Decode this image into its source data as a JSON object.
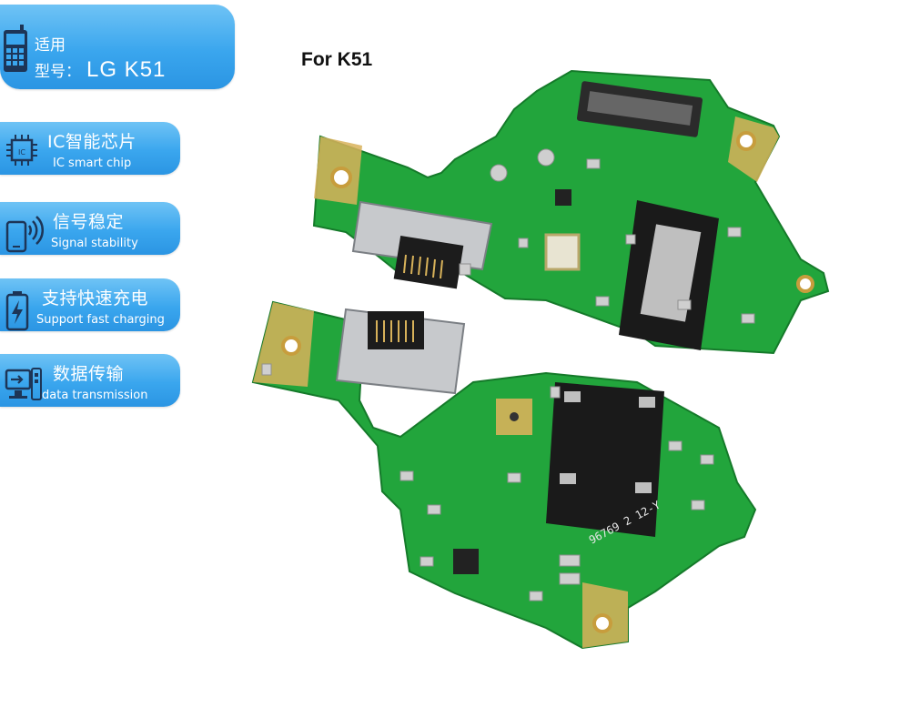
{
  "model": {
    "line1": "适用",
    "line2_label": "型号：",
    "value": "LG K51",
    "icon": "phone-keypad-icon"
  },
  "features": [
    {
      "zh": "IC智能芯片",
      "en": "IC smart chip",
      "icon": "chip-icon"
    },
    {
      "zh": "信号稳定",
      "en": "Signal stability",
      "icon": "signal-phone-icon"
    },
    {
      "zh": "支持快速充电",
      "en": "Support fast charging",
      "icon": "battery-bolt-icon"
    },
    {
      "zh": "数据传输",
      "en": "data transmission",
      "icon": "computer-transfer-icon"
    }
  ],
  "heading": "For K51",
  "board_marking": "96769 2 12-Y",
  "colors": {
    "card_blue": "#3aa6ee",
    "pcb_green": "#1fa53a",
    "gold": "#d8b25a"
  }
}
